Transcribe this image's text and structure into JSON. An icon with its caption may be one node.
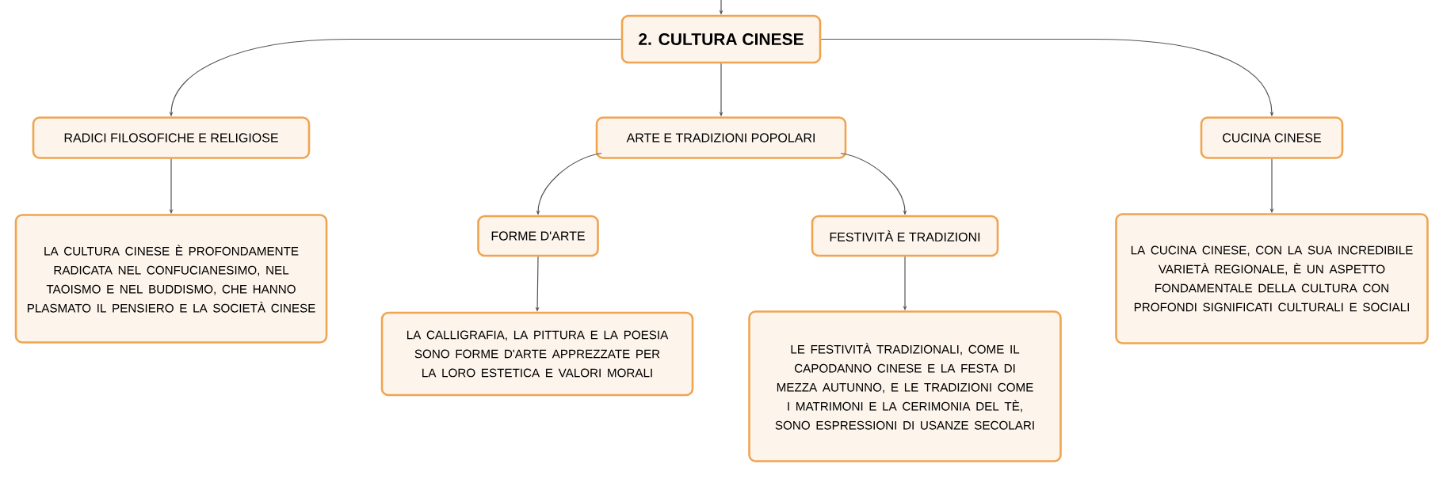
{
  "diagram": {
    "nodes": [
      {
        "text": [
          "2. CULTURA CINESE"
        ]
      },
      {
        "text": [
          "RADICI FILOSOFICHE E RELIGIOSE"
        ]
      },
      {
        "text": [
          "ARTE E TRADIZIONI POPOLARI"
        ]
      },
      {
        "text": [
          "CUCINA CINESE"
        ]
      },
      {
        "text": [
          "LA CULTURA CINESE È PROFONDAMENTE RADICATA NEL CONFUCIANESIMO, NEL TAOISMO E NEL BUDDISMO, CHE HANNO PLASMATO IL PENSIERO E LA SOCIETÀ CINESE"
        ]
      },
      {
        "text": [
          "FORME D'ARTE"
        ]
      },
      {
        "text": [
          "FESTIVITÀ E TRADIZIONI"
        ]
      },
      {
        "text": [
          "LA CALLIGRAFIA, LA PITTURA E LA POESIA SONO FORME D'ARTE APPREZZATE PER LA LORO ESTETICA E VALORI MORALI"
        ]
      },
      {
        "text": [
          "LE FESTIVITÀ TRADIZIONALI, COME IL CAPODANNO CINESE E LA FESTA DI MEZZA AUTUNNO, E LE TRADIZIONI COME I MATRIMONI E LA CERIMONIA DEL TÈ, SONO ESPRESSIONI DI USANZE SECOLARI"
        ]
      },
      {
        "text": [
          "LA CUCINA CINESE, CON LA SUA INCREDIBILE VARIETÀ REGIONALE, È UN ASPETTO FONDAMENTALE DELLA CULTURA CON PROFONDI SIGNIFICATI CULTURALI E SOCIALI"
        ]
      }
    ],
    "edges": [
      {
        "from": null,
        "to": 0,
        "arrow": "to"
      },
      {
        "from": 0,
        "to": 1,
        "arrow": "to"
      },
      {
        "from": 0,
        "to": 2,
        "arrow": "to"
      },
      {
        "from": 0,
        "to": 3,
        "arrow": "to"
      },
      {
        "from": 1,
        "to": 4,
        "arrow": "to"
      },
      {
        "from": 2,
        "to": 5,
        "arrow": "to"
      },
      {
        "from": 2,
        "to": 6,
        "arrow": "to"
      },
      {
        "from": 3,
        "to": 9,
        "arrow": "to"
      },
      {
        "from": 5,
        "to": 7,
        "arrow": "to"
      },
      {
        "from": 6,
        "to": 8,
        "arrow": "to"
      }
    ]
  }
}
